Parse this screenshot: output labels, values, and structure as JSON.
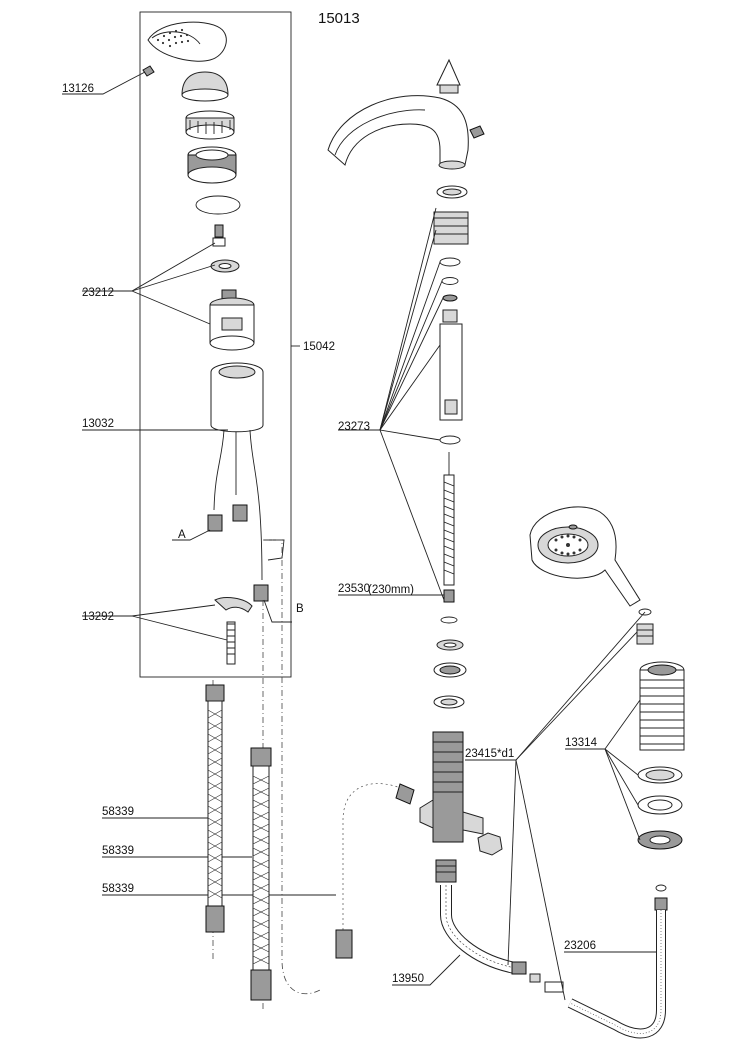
{
  "title": "15013",
  "box_label": "15042",
  "callouts": [
    {
      "id": "c13126",
      "text": "13126"
    },
    {
      "id": "c23212",
      "text": "23212"
    },
    {
      "id": "c13032",
      "text": "13032"
    },
    {
      "id": "cA",
      "text": "A"
    },
    {
      "id": "cB",
      "text": "B"
    },
    {
      "id": "c13292",
      "text": "13292"
    },
    {
      "id": "c58339a",
      "text": "58339"
    },
    {
      "id": "c58339b",
      "text": "58339"
    },
    {
      "id": "c58339c",
      "text": "58339"
    },
    {
      "id": "c23273",
      "text": "23273"
    },
    {
      "id": "c23530",
      "text": "23530"
    },
    {
      "id": "c230mm",
      "text": "(230mm)"
    },
    {
      "id": "c23415",
      "text": "23415*d1"
    },
    {
      "id": "c13314",
      "text": "13314"
    },
    {
      "id": "c23206",
      "text": "23206"
    },
    {
      "id": "c13950",
      "text": "13950"
    }
  ]
}
